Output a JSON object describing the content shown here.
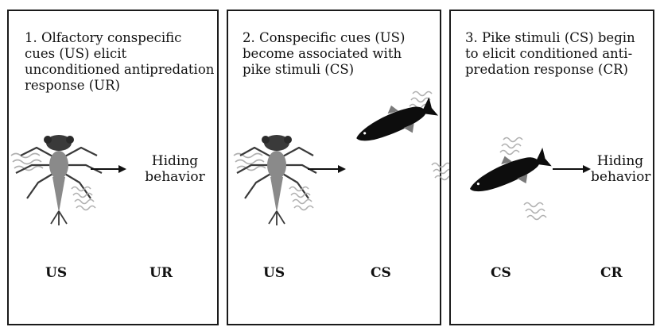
{
  "panels": [
    {
      "step_text": "1. Olfactory conspecific cues (US) elicit unconditioned antipredation response (UR)",
      "response_text": "Hiding behavior",
      "label_left": "US",
      "label_right": "UR"
    },
    {
      "step_text": "2. Conspecific cues (US) become associated with pike stimuli (CS)",
      "label_left": "US",
      "label_right": "CS"
    },
    {
      "step_text": "3. Pike stimuli (CS) begin to elicit conditioned anti-predation response (CR)",
      "response_text": "Hiding behavior",
      "label_left": "CS",
      "label_right": "CR"
    }
  ],
  "colors": {
    "border": "#1a1a1a",
    "insect_body": "#8a8a8a",
    "insect_head": "#3a3a3a",
    "fish": "#0d0d0d",
    "fish_fin": "#7a7a7a",
    "scent_lines": "#b0b0b0"
  },
  "icons": {
    "organism": "damselfly-larva-icon",
    "predator": "pike-fish-icon",
    "cue": "odor-wave-icon",
    "link": "arrow-right-icon"
  }
}
